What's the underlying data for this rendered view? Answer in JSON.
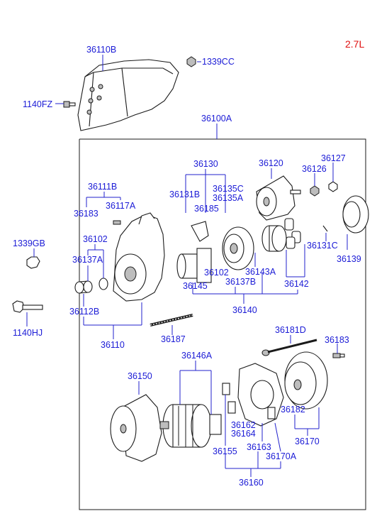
{
  "engine_label": "2.7L",
  "labels": {
    "p36110B": "36110B",
    "p1339CC": "1339CC",
    "p1140FZ": "1140FZ",
    "p36100A": "36100A",
    "p36130": "36130",
    "p36120": "36120",
    "p36127": "36127",
    "p36126": "36126",
    "p36111B": "36111B",
    "p36131B": "36131B",
    "p36135C": "36135C",
    "p36135A": "36135A",
    "p36183a": "36183",
    "p36117A": "36117A",
    "p36185": "36185",
    "p1339GB": "1339GB",
    "p36102a": "36102",
    "p36131C": "36131C",
    "p36137A": "36137A",
    "p36139": "36139",
    "p36102b": "36102",
    "p36143A": "36143A",
    "p36137B": "36137B",
    "p36145": "36145",
    "p36142": "36142",
    "p36112B": "36112B",
    "p36140": "36140",
    "p1140HJ": "1140HJ",
    "p36187": "36187",
    "p36110": "36110",
    "p36181D": "36181D",
    "p36183b": "36183",
    "p36146A": "36146A",
    "p36150": "36150",
    "p36182": "36182",
    "p36162": "36162",
    "p36164": "36164",
    "p36170": "36170",
    "p36163": "36163",
    "p36155": "36155",
    "p36170A": "36170A",
    "p36160": "36160"
  }
}
